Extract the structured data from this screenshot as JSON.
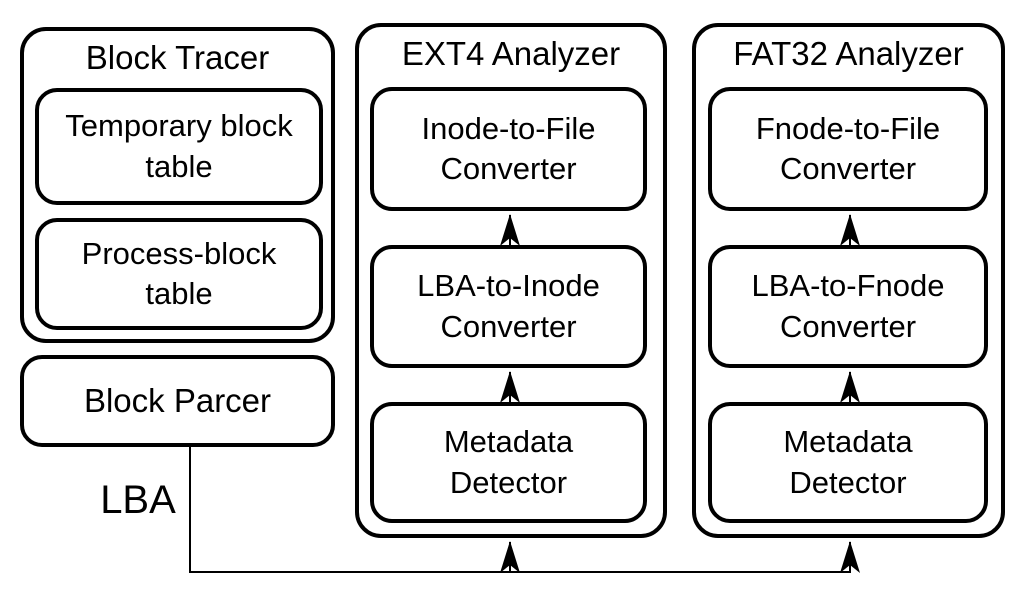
{
  "block_tracer": {
    "title": "Block Tracer",
    "boxes": [
      "Temporary block\ntable",
      "Process-block\ntable"
    ]
  },
  "block_parcer": {
    "label": "Block Parcer"
  },
  "lba_label": "LBA",
  "ext4_analyzer": {
    "title": "EXT4 Analyzer",
    "boxes": [
      "Inode-to-File\nConverter",
      "LBA-to-Inode\nConverter",
      "Metadata\nDetector"
    ]
  },
  "fat32_analyzer": {
    "title": "FAT32 Analyzer",
    "boxes": [
      "Fnode-to-File\nConverter",
      "LBA-to-Fnode\nConverter",
      "Metadata\nDetector"
    ]
  },
  "colors": {
    "stroke": "#000000",
    "background": "#ffffff"
  }
}
